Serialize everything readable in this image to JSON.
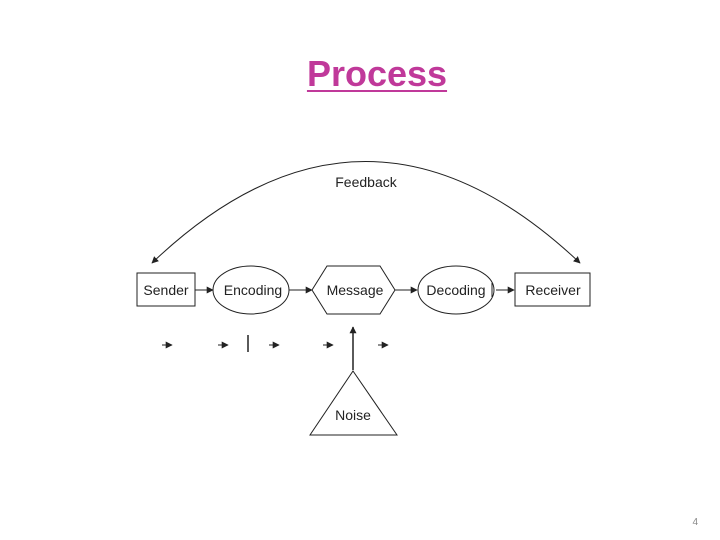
{
  "slide": {
    "title": "Process",
    "page_number": "4"
  },
  "diagram": {
    "feedback_label": "Feedback",
    "nodes": {
      "sender": "Sender",
      "encoding": "Encoding",
      "message": "Message",
      "decoding": "Decoding",
      "receiver": "Receiver",
      "noise": "Noise"
    }
  },
  "colors": {
    "title": "#c0399a",
    "ink": "#222222",
    "page_number": "#888888"
  }
}
